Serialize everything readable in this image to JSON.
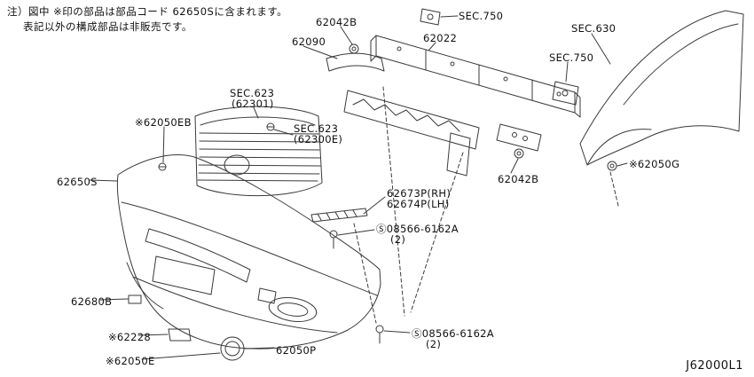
{
  "note": {
    "line1": "注）図中 ※印の部品は部品コード  62650Sに含まれます。",
    "line2": "表記以外の構成部品は非販売です。"
  },
  "footer": {
    "diagram_code": "J62000L1"
  },
  "labels": {
    "l62042b_top": "62042B",
    "sec750_top": "SEC.750",
    "l62022": "62022",
    "sec630": "SEC.630",
    "l62090": "62090",
    "sec750_mid": "SEC.750",
    "sec623_a1": "SEC.623",
    "sec623_a2": "(62301)",
    "l62050eb": "※62050EB",
    "sec623_b1": "SEC.623",
    "sec623_b2": "(62300E)",
    "l62650s": "62650S",
    "l62050g": "※62050G",
    "l62042b_mid": "62042B",
    "l62673p": "62673P(RH)",
    "l62674p": "62674P(LH)",
    "screw1_a": "Ⓢ08566-6162A",
    "screw1_b": "(2)",
    "l62680b": "62680B",
    "l62228": "※62228",
    "l62050e": "※62050E",
    "l62050p": "62050P",
    "screw2_a": "Ⓢ08566-6162A",
    "screw2_b": "(2)"
  }
}
